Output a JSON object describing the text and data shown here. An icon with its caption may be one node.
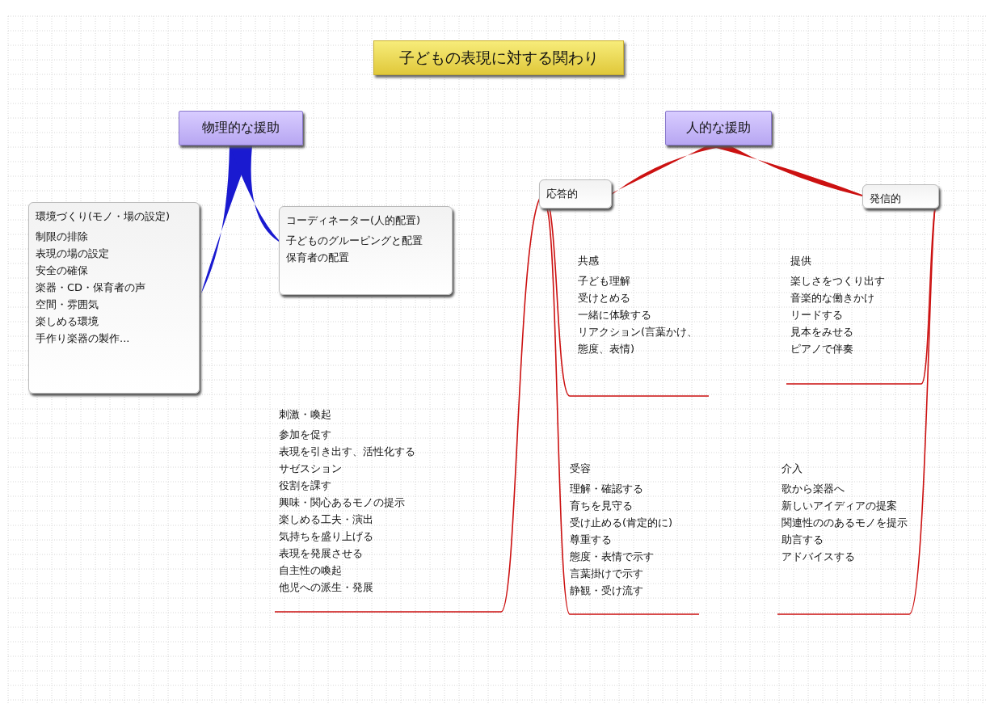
{
  "diagram": {
    "title": "子どもの表現に対する関わり",
    "nodes": [
      {
        "text": [
          "物理的な援助"
        ]
      },
      {
        "text": [
          "環境づくり(モノ・場の設定)",
          "制限の排除",
          "表現の場の設定",
          "安全の確保",
          "楽器・CD・保育者の声",
          "空間・雰囲気",
          "楽しめる環境",
          "手作り楽器の製作..."
        ]
      },
      {
        "text": [
          "コーディネーター(人的配置)",
          "子どものグルーピングと配置",
          "保育者の配置"
        ]
      },
      {
        "text": [
          "人的な援助"
        ]
      },
      {
        "text": [
          "応答的"
        ]
      },
      {
        "text": [
          "発信的"
        ]
      },
      {
        "text": [
          "共感",
          "子ども理解",
          "受けとめる",
          "一緒に体験する",
          "リアクション(言葉かけ、態度、表情)"
        ]
      },
      {
        "text": [
          "提供",
          "楽しさをつくり出す",
          "音楽的な働きかけ",
          "リードする",
          "見本をみせる",
          "ピアノで伴奏"
        ]
      },
      {
        "text": [
          "刺激・喚起",
          "参加を促す",
          "表現を引き出す、活性化する",
          "サゼスション",
          "役割を課す",
          "興味・関心あるモノの提示",
          "楽しめる工夫・演出",
          "気持ちを盛り上げる",
          "表現を発展させる",
          "自主性の喚起",
          "他児への派生・発展"
        ]
      },
      {
        "text": [
          "受容",
          "理解・確認する",
          "育ちを見守る",
          "受け止める(肯定的に)",
          "尊重する",
          "態度・表情で示す",
          "言葉掛けで示す",
          "静観・受け流す"
        ]
      },
      {
        "text": [
          "介入",
          "歌から楽器へ",
          "新しいアイディアの提案",
          "関連性ののあるモノを提示",
          "助言する",
          "アドバイスする"
        ]
      }
    ],
    "edges": [
      {
        "from": 0,
        "to": 1,
        "arrow": "none",
        "style": "thick",
        "color": "#1a1ad0"
      },
      {
        "from": 0,
        "to": 2,
        "arrow": "none",
        "style": "thick",
        "color": "#1a1ad0"
      },
      {
        "from": 3,
        "to": 4,
        "arrow": "none",
        "style": "thick"
      },
      {
        "from": 3,
        "to": 5,
        "arrow": "none",
        "style": "thick"
      },
      {
        "from": 4,
        "to": 6,
        "arrow": "none"
      },
      {
        "from": 5,
        "to": 7,
        "arrow": "none"
      },
      {
        "from": 4,
        "to": 8,
        "arrow": "none"
      },
      {
        "from": 4,
        "to": 9,
        "arrow": "none"
      },
      {
        "from": 5,
        "to": 10,
        "arrow": "none"
      }
    ]
  }
}
